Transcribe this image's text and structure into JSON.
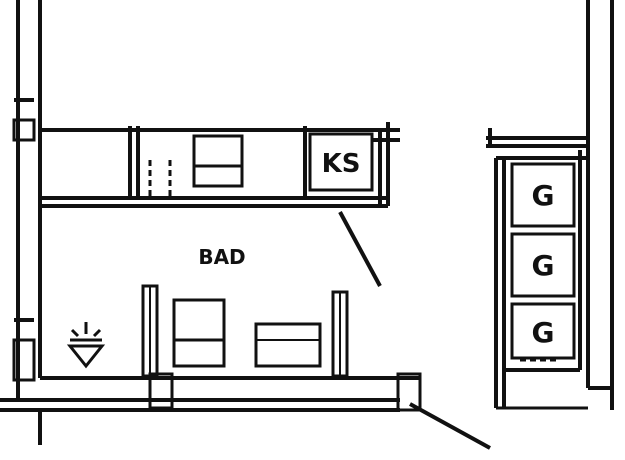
{
  "room": {
    "label": "BAD"
  },
  "counter": {
    "ks_label": "KS"
  },
  "fixtures": {
    "symbol": "G",
    "count": 3
  },
  "colors": {
    "ink": "#111111",
    "paper": "#ffffff"
  },
  "icons": [
    "light-icon"
  ]
}
